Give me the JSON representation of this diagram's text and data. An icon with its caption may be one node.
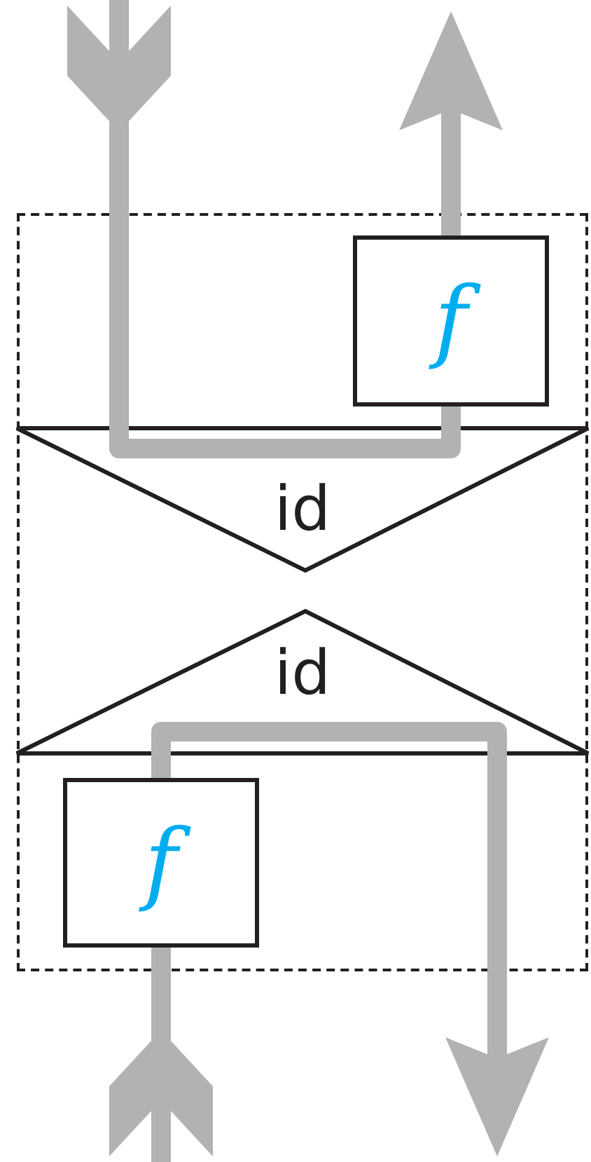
{
  "diagram": {
    "nodes": [
      {
        "text": [],
        "shape": "box"
      },
      {
        "text": [
          "f"
        ],
        "in": 0
      },
      {
        "text": [
          "id"
        ],
        "in": 0
      },
      {
        "text": [
          "id"
        ],
        "in": 0
      },
      {
        "text": [
          "f"
        ],
        "in": 0
      }
    ],
    "edges": [
      {
        "from": null,
        "to": 1,
        "arrow": "other"
      },
      {
        "from": 1,
        "to": null,
        "arrow": "to"
      },
      {
        "from": null,
        "to": 4,
        "arrow": "other"
      },
      {
        "from": 4,
        "to": null,
        "arrow": "to"
      }
    ]
  }
}
